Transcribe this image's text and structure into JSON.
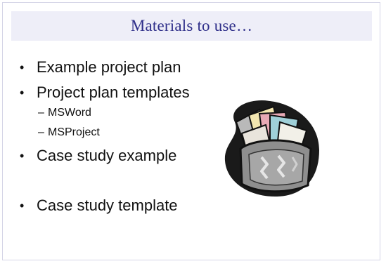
{
  "slide": {
    "title": "Materials to use…",
    "bullets": [
      {
        "text": "Example project plan"
      },
      {
        "text": "Project plan templates",
        "sub": [
          "MSWord",
          "MSProject"
        ]
      },
      {
        "text": "Case study example"
      },
      {
        "text": "Case study template"
      }
    ],
    "dash_char": "–",
    "bullet_char": "•",
    "clipart_icon": "folder-organizer-icon"
  }
}
